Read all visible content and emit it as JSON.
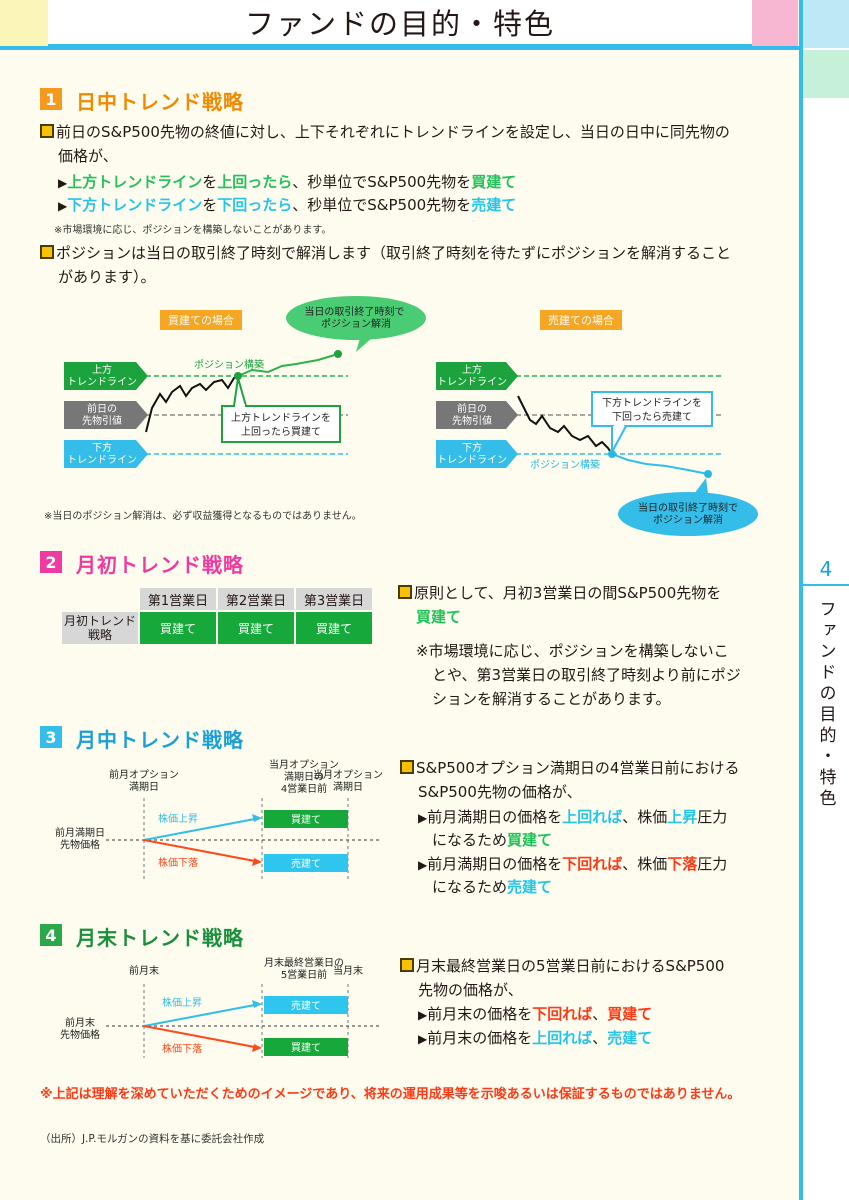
{
  "header": {
    "title": "ファンドの目的・特色"
  },
  "side": {
    "page_number": "4",
    "vertical_title": "ファンドの目的・特色"
  },
  "colors": {
    "accent_blue": "#33bde8",
    "buy_green": "#26c05a",
    "sell_cyan": "#25c5ea",
    "down_red": "#ff3a16",
    "section_orange": "#f59a1e",
    "section_pink": "#ef3aa0",
    "section_cyan": "#33bde8",
    "section_green": "#2aa84a"
  },
  "s1": {
    "num": "1",
    "title": "日中トレンド戦略",
    "p1a": "前日のS&P500先物の終値に対し、上下それぞれにトレンドラインを設定し、当日の日中に同先物の",
    "p1b": "価格が、",
    "l1": {
      "a": "上方トレンドライン",
      "b": "を",
      "c": "上回ったら",
      "d": "、秒単位でS&P500先物を",
      "e": "買建て"
    },
    "l2": {
      "a": "下方トレンドライン",
      "b": "を",
      "c": "下回ったら",
      "d": "、秒単位でS&P500先物を",
      "e": "売建て"
    },
    "note1": "※市場環境に応じ、ポジションを構築しないことがあります。",
    "p2a": "ポジションは当日の取引終了時刻で解消します（取引終了時刻を待たずにポジションを解消すること",
    "p2b": "があります）。",
    "d_buy": {
      "tag": "買建ての場合",
      "bubble": "当日の取引終了時刻で\nポジション解消",
      "upper": "上方\nトレンドライン",
      "prev": "前日の\n先物引値",
      "lower": "下方\nトレンドライン",
      "pos": "ポジション構築",
      "callout": "上方トレンドラインを\n上回ったら買建て"
    },
    "d_sell": {
      "tag": "売建ての場合",
      "upper": "上方\nトレンドライン",
      "prev": "前日の\n先物引値",
      "lower": "下方\nトレンドライン",
      "callout": "下方トレンドラインを\n下回ったら売建て",
      "pos": "ポジション構築",
      "bubble": "当日の取引終了時刻で\nポジション解消"
    },
    "note2": "※当日のポジション解消は、必ず収益獲得となるものではありません。"
  },
  "s2": {
    "num": "2",
    "title": "月初トレンド戦略",
    "table": {
      "headers": [
        "第1営業日",
        "第2営業日",
        "第3営業日"
      ],
      "row_label": "月初トレンド\n戦略",
      "cells": [
        "買建て",
        "買建て",
        "買建て"
      ]
    },
    "p1a": "原則として、月初3営業日の間S&P500先物を",
    "p1b": "買建て",
    "note": [
      "※市場環境に応じ、ポジションを構築しないこ",
      "とや、第3営業日の取引終了時刻より前にポジ",
      "ションを解消することがあります。"
    ]
  },
  "s3": {
    "num": "3",
    "title": "月中トレンド戦略",
    "d": {
      "col1": "前月オプション\n満期日",
      "col2": "当月オプション\n満期日の\n4営業日前",
      "col3": "当月オプション\n満期日",
      "left": "前月満期日\n先物価格",
      "up": "株価上昇",
      "down": "株価下落",
      "box_top": "買建て",
      "box_bottom": "売建て"
    },
    "p1a": "S&P500オプション満期日の4営業日前における",
    "p1b": "S&P500先物の価格が、",
    "l1": {
      "a": "前月満期日の価格を",
      "b": "上回れば",
      "c": "、株価",
      "d": "上昇",
      "e": "圧力",
      "f": "になるため",
      "g": "買建て"
    },
    "l2": {
      "a": "前月満期日の価格を",
      "b": "下回れば",
      "c": "、株価",
      "d": "下落",
      "e": "圧力",
      "f": "になるため",
      "g": "売建て"
    }
  },
  "s4": {
    "num": "4",
    "title": "月末トレンド戦略",
    "d": {
      "col1": "前月末",
      "col2": "月末最終営業日の\n5営業日前",
      "col3": "当月末",
      "left": "前月末\n先物価格",
      "up": "株価上昇",
      "down": "株価下落",
      "box_top": "売建て",
      "box_bottom": "買建て"
    },
    "p1a": "月末最終営業日の5営業日前におけるS&P500",
    "p1b": "先物の価格が、",
    "l1": {
      "a": "前月末の価格を",
      "b": "下回れば",
      "c": "、",
      "d": "買建て"
    },
    "l2": {
      "a": "前月末の価格を",
      "b": "上回れば",
      "c": "、",
      "d": "売建て"
    }
  },
  "disclaimer": "※上記は理解を深めていただくためのイメージであり、将来の運用成果等を示唆あるいは保証するものではありません。",
  "source": "（出所）J.P.モルガンの資料を基に委託会社作成"
}
